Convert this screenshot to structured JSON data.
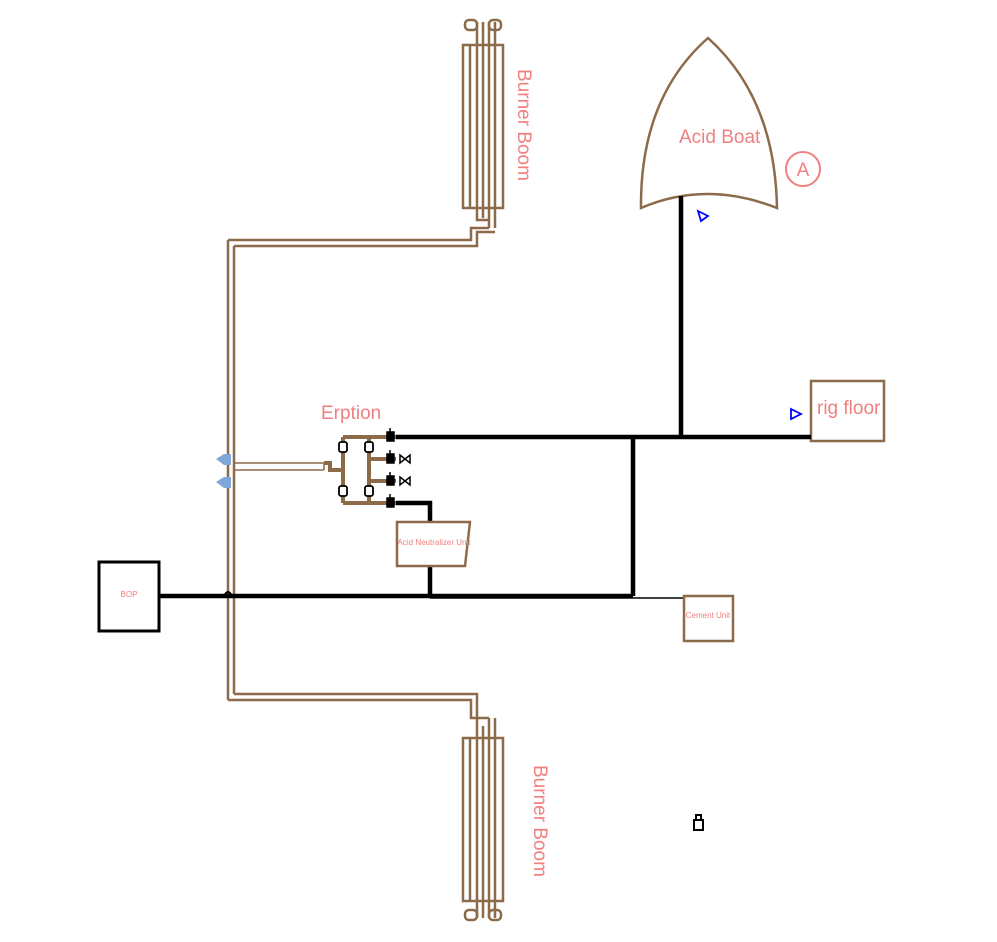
{
  "colors": {
    "pipe_brown": "#8b6b4a",
    "line_black": "#000000",
    "label_pink": "#f07f7f",
    "marker_blue": "#0000ff",
    "connector_blue": "#7fa8d8"
  },
  "labels": {
    "burner_boom_top": "Burner Boom",
    "burner_boom_bottom": "Burner Boom",
    "acid_boat": "Acid Boat",
    "marker_a": "A",
    "rig_floor": "rig floor",
    "erption": "Erption",
    "acid_neutralizer": "Acid Neutralizer Unit",
    "bop": "BOP",
    "cement_unit": "Cement Unit"
  },
  "icons": [
    "flow-arrow-icon",
    "valve-icon",
    "lock-icon",
    "connector-icon"
  ]
}
